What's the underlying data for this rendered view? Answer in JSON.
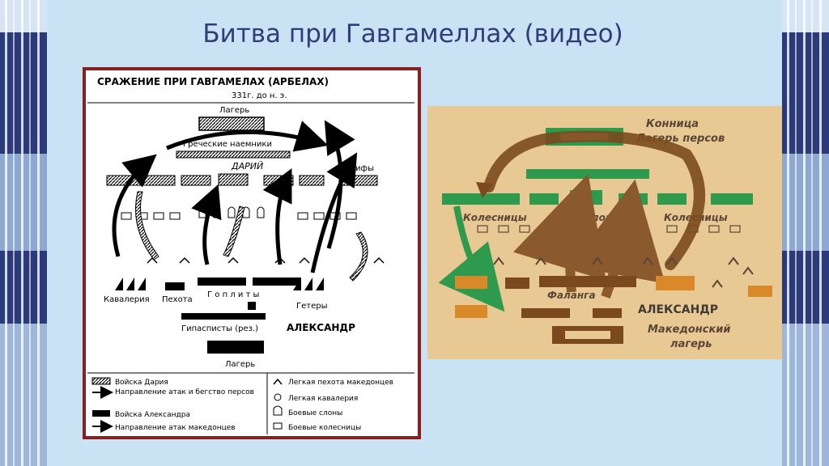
{
  "slide": {
    "title": "Битва при Гавгамеллах (видео)"
  },
  "left_map": {
    "heading": "СРАЖЕНИЕ ПРИ ГАВГАМЕЛАХ (АРБЕЛАХ)",
    "date": "331г. до н. э.",
    "labels": {
      "camp_persian": "Лагерь",
      "greek_mercenaries": "Греческие наемники",
      "darius": "ДАРИЙ",
      "scythians": "Скифы",
      "cavalry": "Кавалерия",
      "infantry": "Пехота",
      "hoplites": "Г о п л и т ы",
      "hetairoi": "Гетеры",
      "hypaspists": "Гипасписты (рез.)",
      "alexander": "АЛЕКСАНДР",
      "camp_macedonian": "Лагерь"
    },
    "legend": [
      {
        "label": "Войска Дария"
      },
      {
        "label": "Направление атак и бегство персов"
      },
      {
        "label": "Войска Александра"
      },
      {
        "label": "Направление атак македонцев"
      },
      {
        "label": "Легкая пехота македонцев"
      },
      {
        "label": "Легкая кавалерия"
      },
      {
        "label": "Боевые слоны"
      },
      {
        "label": "Боевые колесницы"
      }
    ]
  },
  "right_map": {
    "labels": {
      "persian_cavalry": "Конница",
      "persian_camp": "Лагерь персов",
      "chariots_left": "Колесницы",
      "elephants": "Слоны",
      "chariots_right": "Колесницы",
      "phalanx": "Фаланга",
      "alexander": "АЛЕКСАНДР",
      "macedonian_camp_1": "Македонский",
      "macedonian_camp_2": "лагерь"
    },
    "colors": {
      "persian": "#2e9a4e",
      "macedonian": "#7a4a1e",
      "macedonian_light": "#d9882a",
      "arrow": "#8a5a2e"
    }
  }
}
